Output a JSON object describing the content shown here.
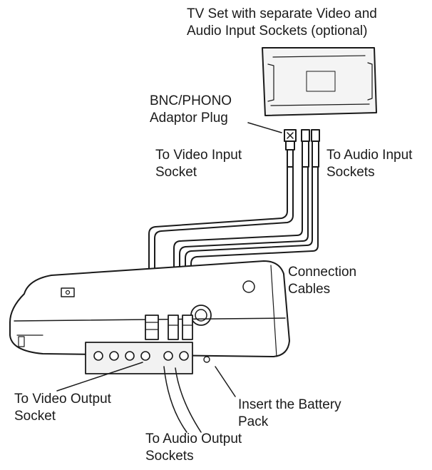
{
  "labels": {
    "tv_set": [
      "TV Set with separate Video and",
      "Audio Input Sockets (optional)"
    ],
    "bnc_adaptor": [
      "BNC/PHONO",
      "Adaptor Plug"
    ],
    "video_input": [
      "To Video Input",
      "Socket"
    ],
    "audio_input": [
      "To Audio Input",
      "Sockets"
    ],
    "connection_cables": [
      "Connection",
      "Cables"
    ],
    "video_output": [
      "To Video Output",
      "Socket"
    ],
    "battery_pack": [
      "Insert the Battery",
      "Pack"
    ],
    "audio_output": [
      "To Audio Output",
      "Sockets"
    ]
  },
  "colors": {
    "line": "#1a1a1a",
    "fill": "#ffffff",
    "shade": "#e6e6e6"
  }
}
